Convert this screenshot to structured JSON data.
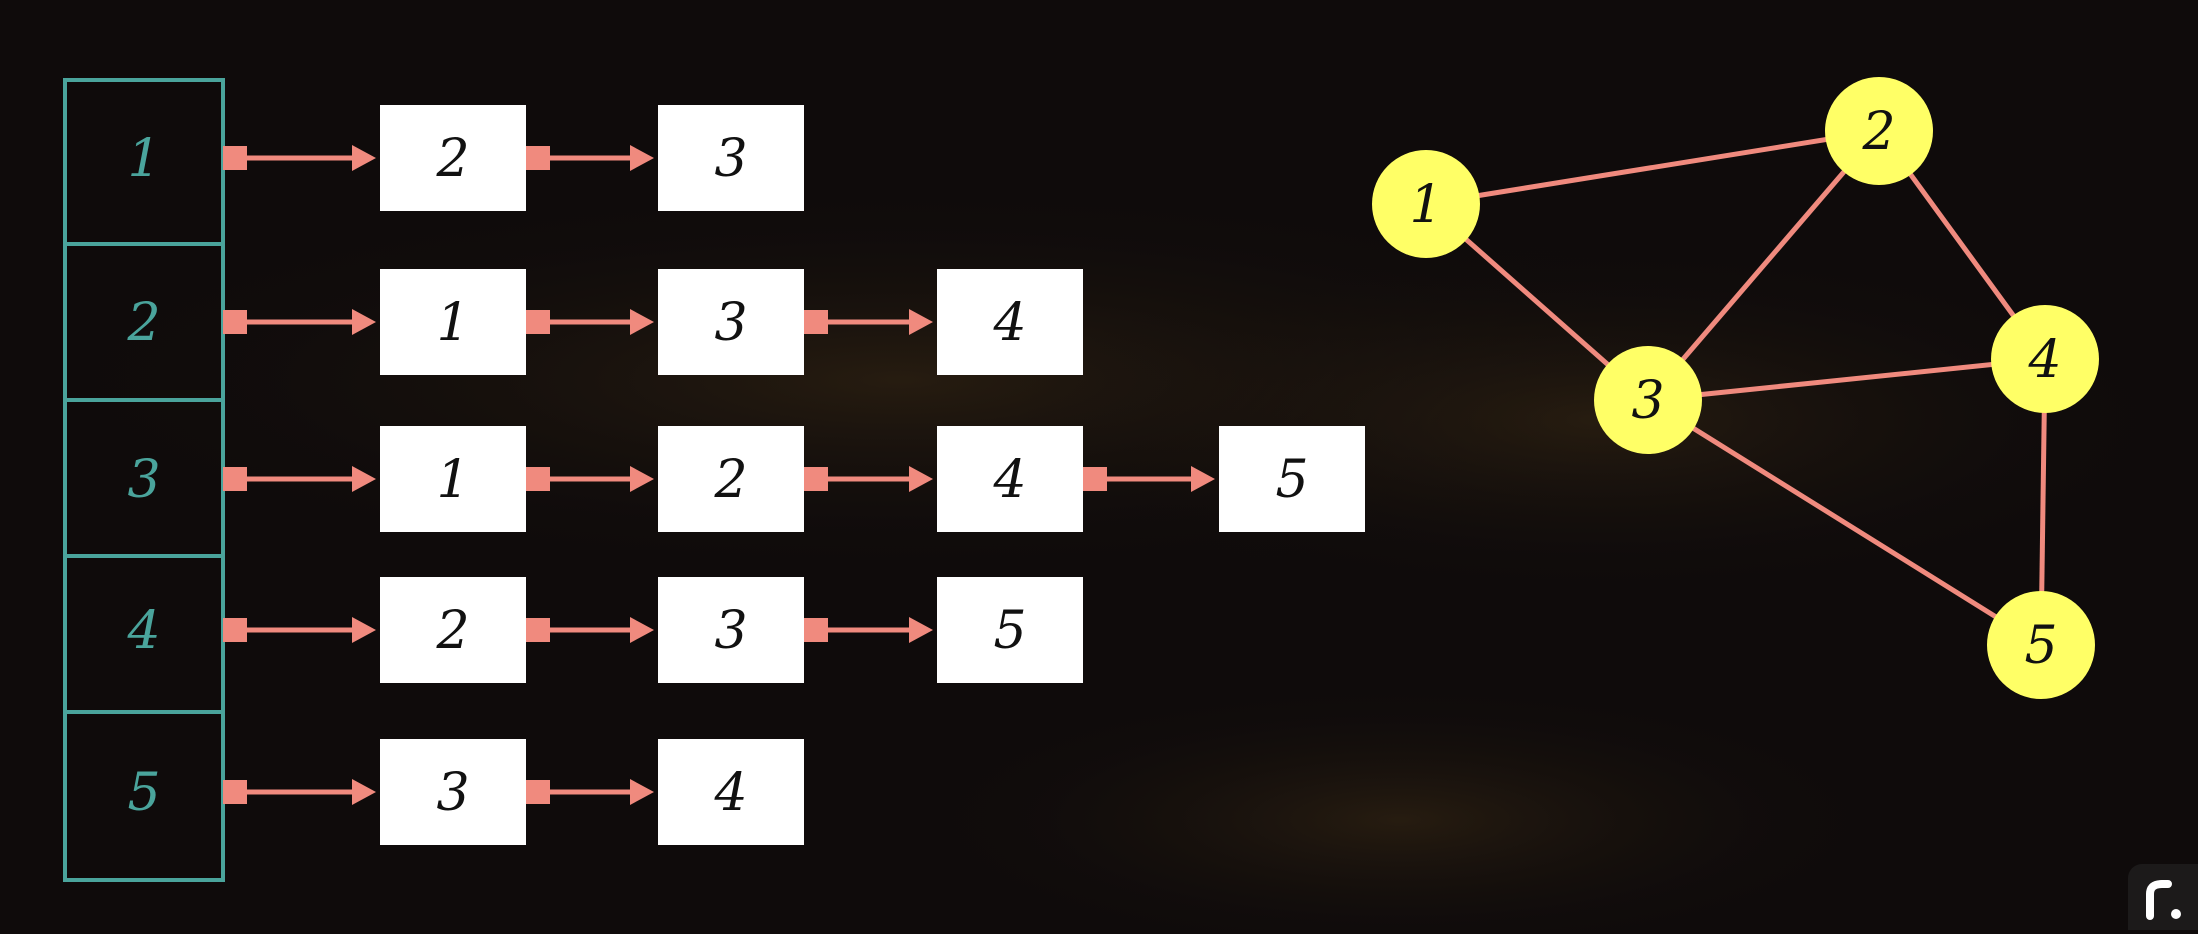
{
  "colors": {
    "background": "#0f0b0b",
    "index_border": "#4aa49c",
    "arrow": "#f08a7e",
    "node_fill": "#ffff66",
    "box_fill": "#ffffff",
    "text": "#111111",
    "index_text": "#4aa49c"
  },
  "adjacency_list": [
    {
      "vertex": "1",
      "neighbors": [
        "2",
        "3"
      ]
    },
    {
      "vertex": "2",
      "neighbors": [
        "1",
        "3",
        "4"
      ]
    },
    {
      "vertex": "3",
      "neighbors": [
        "1",
        "2",
        "4",
        "5"
      ]
    },
    {
      "vertex": "4",
      "neighbors": [
        "2",
        "3",
        "5"
      ]
    },
    {
      "vertex": "5",
      "neighbors": [
        "3",
        "4"
      ]
    }
  ],
  "graph": {
    "nodes": [
      "1",
      "2",
      "3",
      "4",
      "5"
    ],
    "edges": [
      [
        "1",
        "2"
      ],
      [
        "1",
        "3"
      ],
      [
        "2",
        "3"
      ],
      [
        "2",
        "4"
      ],
      [
        "3",
        "4"
      ],
      [
        "3",
        "5"
      ],
      [
        "4",
        "5"
      ]
    ]
  },
  "logo": {
    "icon": "r-logo-icon"
  }
}
